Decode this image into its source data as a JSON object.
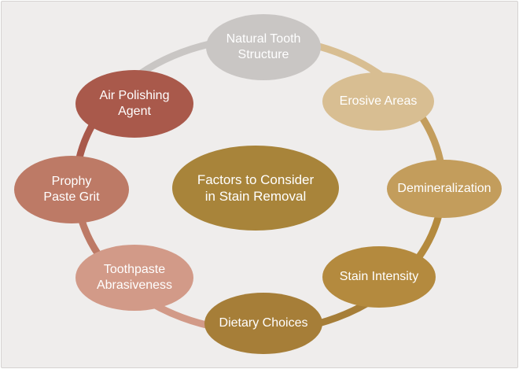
{
  "diagram": {
    "center_label": "Factors to Consider\nin Stain Removal",
    "nodes": [
      {
        "id": "natural-tooth-structure",
        "label": "Natural Tooth\nStructure",
        "color": "#c9c6c4"
      },
      {
        "id": "erosive-areas",
        "label": "Erosive Areas",
        "color": "#d8be92"
      },
      {
        "id": "demineralization",
        "label": "Demineralization",
        "color": "#c39d5c"
      },
      {
        "id": "stain-intensity",
        "label": "Stain Intensity",
        "color": "#b48a3e"
      },
      {
        "id": "dietary-choices",
        "label": "Dietary Choices",
        "color": "#a67e38"
      },
      {
        "id": "toothpaste-abrasiveness",
        "label": "Toothpaste\nAbrasiveness",
        "color": "#d29a88"
      },
      {
        "id": "prophy-paste-grit",
        "label": "Prophy\nPaste Grit",
        "color": "#bd7a66"
      },
      {
        "id": "air-polishing-agent",
        "label": "Air Polishing\nAgent",
        "color": "#a9594b"
      }
    ],
    "center_color": "#a8843a"
  }
}
